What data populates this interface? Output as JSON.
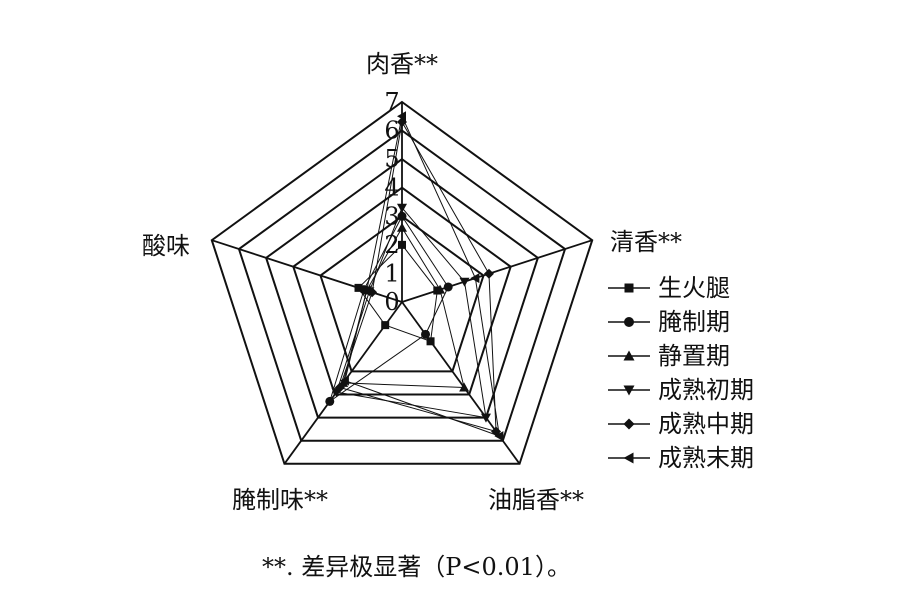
{
  "chart_data": {
    "type": "radar",
    "axes": [
      "肉香**",
      "清香**",
      "油脂香**",
      "腌制味**",
      "酸味"
    ],
    "rlim": [
      0,
      7
    ],
    "ticks": [
      "0",
      "1",
      "2",
      "3",
      "4",
      "5",
      "6",
      "7"
    ],
    "series": [
      {
        "name": "生火腿",
        "marker": "square",
        "values": [
          2.0,
          1.3,
          1.7,
          1.0,
          1.6
        ]
      },
      {
        "name": "腌制期",
        "marker": "circle",
        "values": [
          3.0,
          1.7,
          1.4,
          4.3,
          1.4
        ]
      },
      {
        "name": "静置期",
        "marker": "triangle-up",
        "values": [
          2.6,
          1.4,
          3.7,
          3.5,
          1.3
        ]
      },
      {
        "name": "成熟初期",
        "marker": "triangle-down",
        "values": [
          3.3,
          2.3,
          5.0,
          3.9,
          1.2
        ]
      },
      {
        "name": "成熟中期",
        "marker": "diamond",
        "values": [
          6.3,
          3.2,
          5.6,
          3.7,
          1.1
        ]
      },
      {
        "name": "成熟末期",
        "marker": "triangle-left",
        "values": [
          6.5,
          2.7,
          5.8,
          3.4,
          1.3
        ]
      }
    ],
    "grid": true,
    "legend": "right"
  },
  "footnote": "**. 差异极显著（P<0.01）。",
  "colors": {
    "line": "#111111",
    "background": "#ffffff"
  }
}
